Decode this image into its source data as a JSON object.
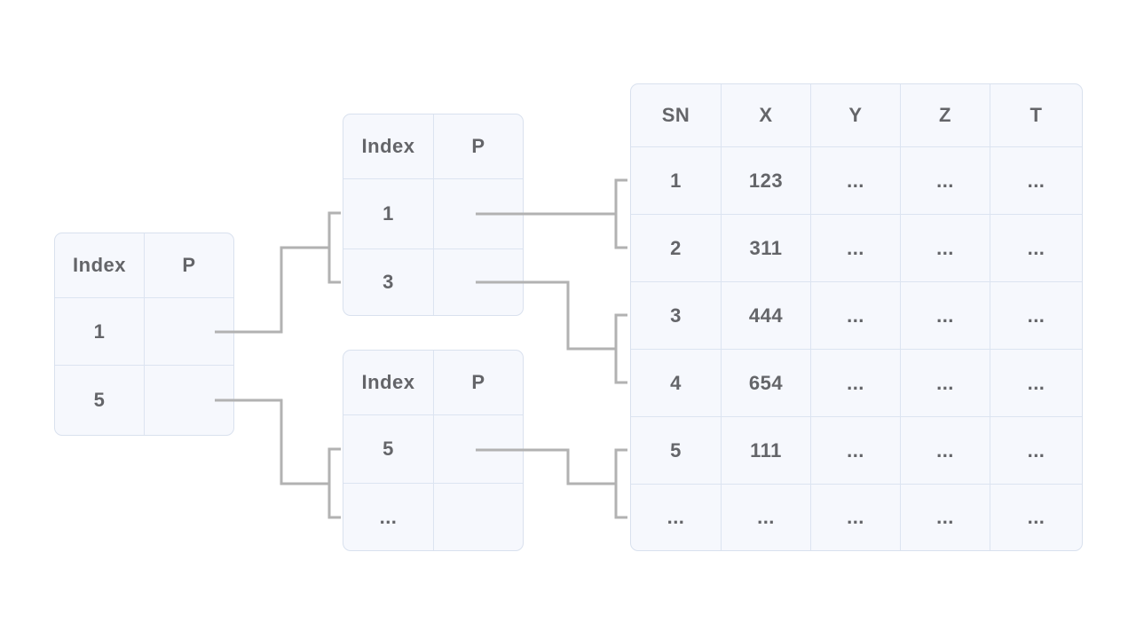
{
  "tables": {
    "level1": {
      "headers": [
        "Index",
        "P"
      ],
      "rows": [
        [
          "1",
          ""
        ],
        [
          "5",
          ""
        ]
      ]
    },
    "level2_top": {
      "headers": [
        "Index",
        "P"
      ],
      "rows": [
        [
          "1",
          ""
        ],
        [
          "3",
          ""
        ]
      ]
    },
    "level2_bottom": {
      "headers": [
        "Index",
        "P"
      ],
      "rows": [
        [
          "5",
          ""
        ],
        [
          "...",
          ""
        ]
      ]
    },
    "data_table": {
      "headers": [
        "SN",
        "X",
        "Y",
        "Z",
        "T"
      ],
      "rows": [
        [
          "1",
          "123",
          "...",
          "...",
          "..."
        ],
        [
          "2",
          "311",
          "...",
          "...",
          "..."
        ],
        [
          "3",
          "444",
          "...",
          "...",
          "..."
        ],
        [
          "4",
          "654",
          "...",
          "...",
          "..."
        ],
        [
          "5",
          "111",
          "...",
          "...",
          "..."
        ],
        [
          "...",
          "...",
          "...",
          "...",
          "..."
        ]
      ]
    }
  },
  "colors": {
    "background": "#ffffff",
    "table_fill": "#f6f8fd",
    "table_border": "#d9e1ee",
    "grid_line": "#dce4f1",
    "text": "#646569",
    "connector": "#b2b2b2"
  }
}
